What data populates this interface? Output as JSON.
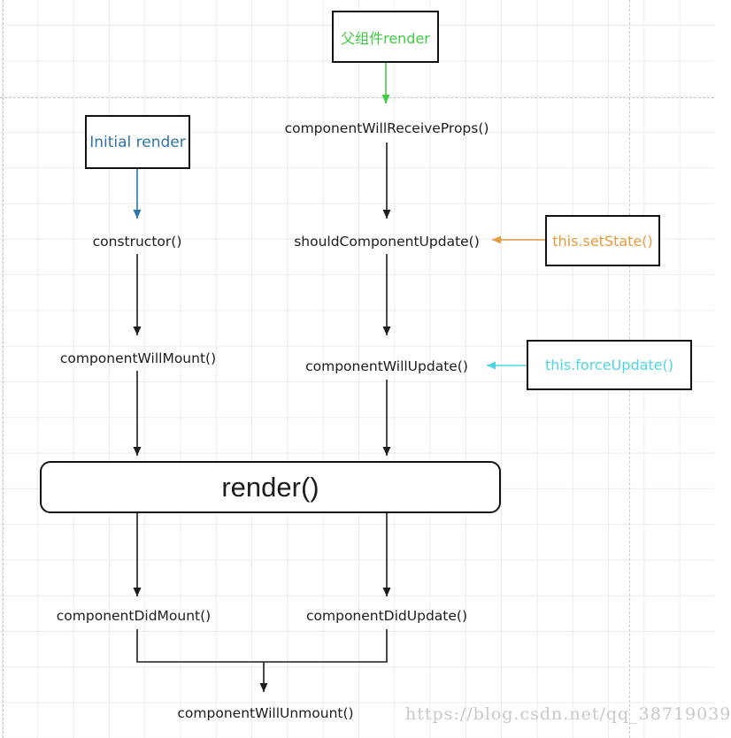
{
  "colors": {
    "green": "#3ecb41",
    "blue": "#2e74a8",
    "orange": "#e49a3d",
    "cyan": "#4ed5e3",
    "ink": "#1c1c1c",
    "border": "#111111",
    "watermark": "#c8c8c8",
    "grid": "#ececec",
    "dash": "#c9c9c9"
  },
  "diagram": {
    "boxes": {
      "parent_render": "父组件render",
      "initial_render": "Initial render",
      "set_state": "this.setState()",
      "force_update": "this.forceUpdate()"
    },
    "nodes": {
      "will_receive_props": "componentWillReceiveProps()",
      "ctor": "constructor()",
      "should_update": "shouldComponentUpdate()",
      "will_mount": "componentWillMount()",
      "will_update": "componentWillUpdate()",
      "render": "render()",
      "did_mount": "componentDidMount()",
      "did_update": "componentDidUpdate()",
      "will_unmount": "componentWillUnmount()"
    },
    "watermark": "https://blog.csdn.net/qq_38719039"
  }
}
